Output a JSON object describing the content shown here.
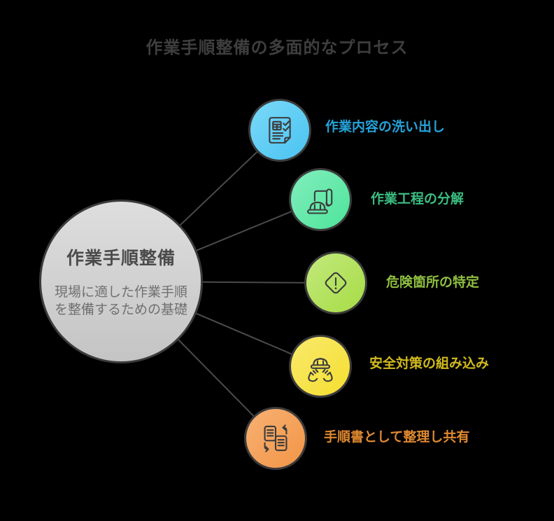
{
  "title": "作業手順整備の多面的なプロセス",
  "canvas": {
    "background": "#000000",
    "title_color": "#3e3e3e",
    "connector_color": "#4a4a4a"
  },
  "center": {
    "title": "作業手順整備",
    "subtitle": "現場に適した作業手順\nを整備するための基礎",
    "fill_top": "#dedede",
    "fill_bottom": "#c4c4c4",
    "border_color": "#3b3b3b",
    "title_color": "#4b4b4b",
    "subtitle_color": "#707070"
  },
  "items": [
    {
      "label": "作業内容の洗い出し",
      "icon": "checklist-document-icon",
      "color": "#49c3f1",
      "color_light": "#7bd9f8",
      "label_color": "#25a3d9"
    },
    {
      "label": "作業工程の分解",
      "icon": "helmet-blueprint-icon",
      "color": "#4de49a",
      "color_light": "#82eebd",
      "label_color": "#3cbd81"
    },
    {
      "label": "危険箇所の特定",
      "icon": "hazard-warning-icon",
      "color": "#a6dc45",
      "color_light": "#c3e97d",
      "label_color": "#8fbf40"
    },
    {
      "label": "安全対策の組み込み",
      "icon": "safety-hands-helmet-icon",
      "color": "#f5de2f",
      "color_light": "#f9ea6d",
      "label_color": "#d1ba1e"
    },
    {
      "label": "手順書として整理し共有",
      "icon": "document-exchange-icon",
      "color": "#f29547",
      "color_light": "#f7b173",
      "label_color": "#df8930"
    }
  ]
}
